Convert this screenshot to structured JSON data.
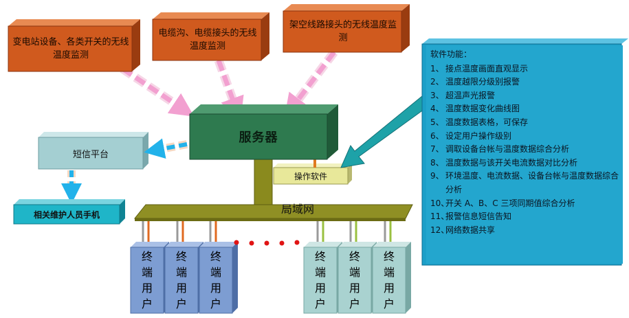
{
  "sources": [
    {
      "text": "变电站设备、各类开关的无线温度监测"
    },
    {
      "text": "电缆沟、电缆接头的无线温度监测"
    },
    {
      "text": "架空线路接头的无线温度监测"
    }
  ],
  "server": {
    "label": "服务器"
  },
  "operation_software": {
    "label": "操作软件"
  },
  "lan": {
    "label": "局域网"
  },
  "sms_platform": {
    "label": "短信平台"
  },
  "maintenance_phone": {
    "label": "相关维护人员手机"
  },
  "terminal_user_label": "终端用户",
  "features": {
    "title": "软件功能：",
    "items": [
      {
        "num": "1、",
        "text": "接点温度画面直观显示"
      },
      {
        "num": "2、",
        "text": "温度越限分级别报警"
      },
      {
        "num": "3、",
        "text": "超温声光报警"
      },
      {
        "num": "4、",
        "text": "温度数据变化曲线图"
      },
      {
        "num": "5、",
        "text": "温度数据表格，可保存"
      },
      {
        "num": "6、",
        "text": "设定用户操作级别"
      },
      {
        "num": "7、",
        "text": "调取设备台帐与温度数据综合分析"
      },
      {
        "num": "8、",
        "text": "温度数据与该开关电流数据对比分析"
      },
      {
        "num": "9、",
        "text": "环境温度、电流数据、设备台帐与温度数据综合分析"
      },
      {
        "num": "10、",
        "text": "开关 A、B、C 三项同期值综合分析"
      },
      {
        "num": "11、",
        "text": "报警信息短信告知"
      },
      {
        "num": "12、",
        "text": "网络数据共享"
      }
    ]
  },
  "colors": {
    "source_box": "#d05a1e",
    "server_box": "#2e7a4f",
    "ops_box": "#e8e89a",
    "lan_bar": "#8a8a1e",
    "sms_box": "#a4cfd2",
    "phone_box": "#1fb5c8",
    "feature_panel": "#1c9fc8",
    "terminal_left": "#7d9dd2",
    "terminal_right": "#a9d2d0",
    "pink_arrow": "#f2a0d0",
    "dot_red": "#e01414"
  }
}
